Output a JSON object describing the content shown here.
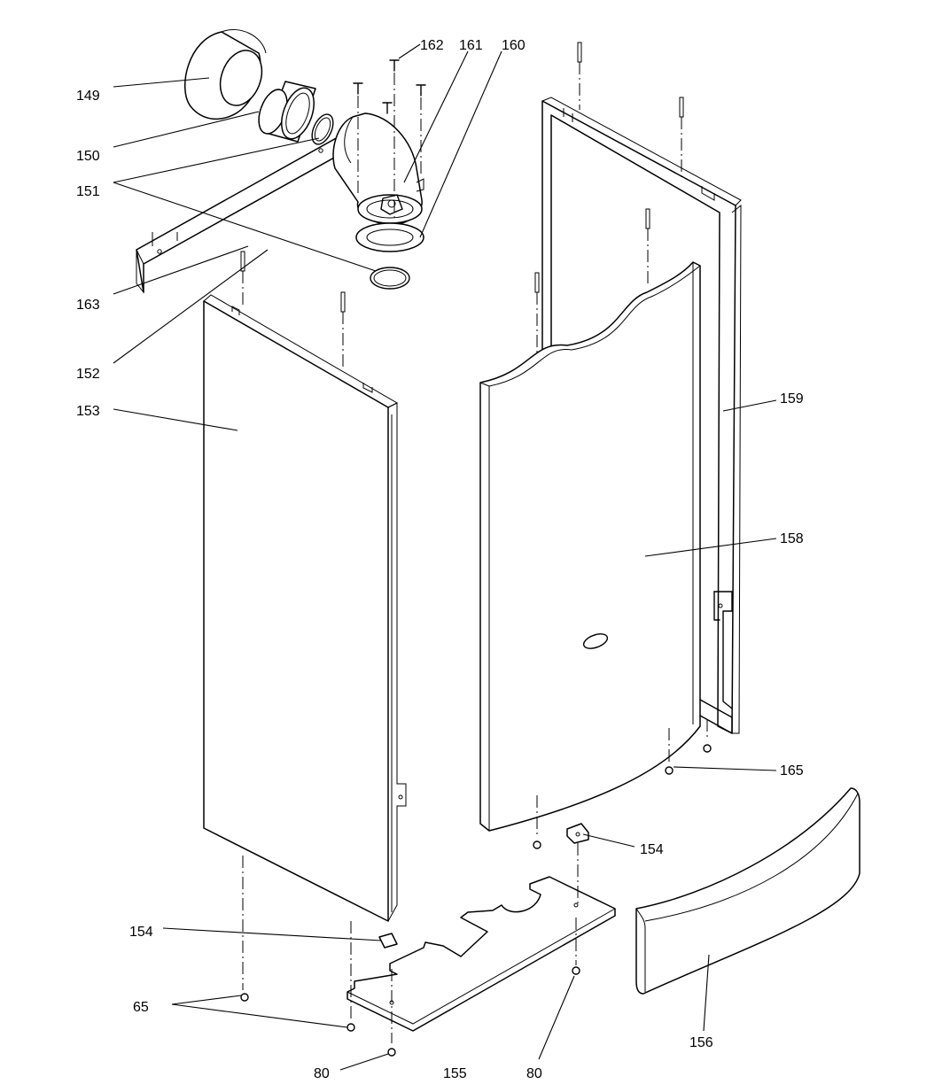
{
  "diagram": {
    "labels": [
      {
        "id": "l149",
        "text": "149"
      },
      {
        "id": "l150",
        "text": "150"
      },
      {
        "id": "l151",
        "text": "151"
      },
      {
        "id": "l163",
        "text": "163"
      },
      {
        "id": "l152",
        "text": "152"
      },
      {
        "id": "l153",
        "text": "153"
      },
      {
        "id": "l162",
        "text": "162"
      },
      {
        "id": "l161",
        "text": "161"
      },
      {
        "id": "l160",
        "text": "160"
      },
      {
        "id": "l159",
        "text": "159"
      },
      {
        "id": "l158",
        "text": "158"
      },
      {
        "id": "l165",
        "text": "165"
      },
      {
        "id": "l154a",
        "text": "154"
      },
      {
        "id": "l154b",
        "text": "154"
      },
      {
        "id": "l65",
        "text": "65"
      },
      {
        "id": "l80a",
        "text": "80"
      },
      {
        "id": "l155",
        "text": "155"
      },
      {
        "id": "l80b",
        "text": "80"
      },
      {
        "id": "l156",
        "text": "156"
      }
    ]
  }
}
